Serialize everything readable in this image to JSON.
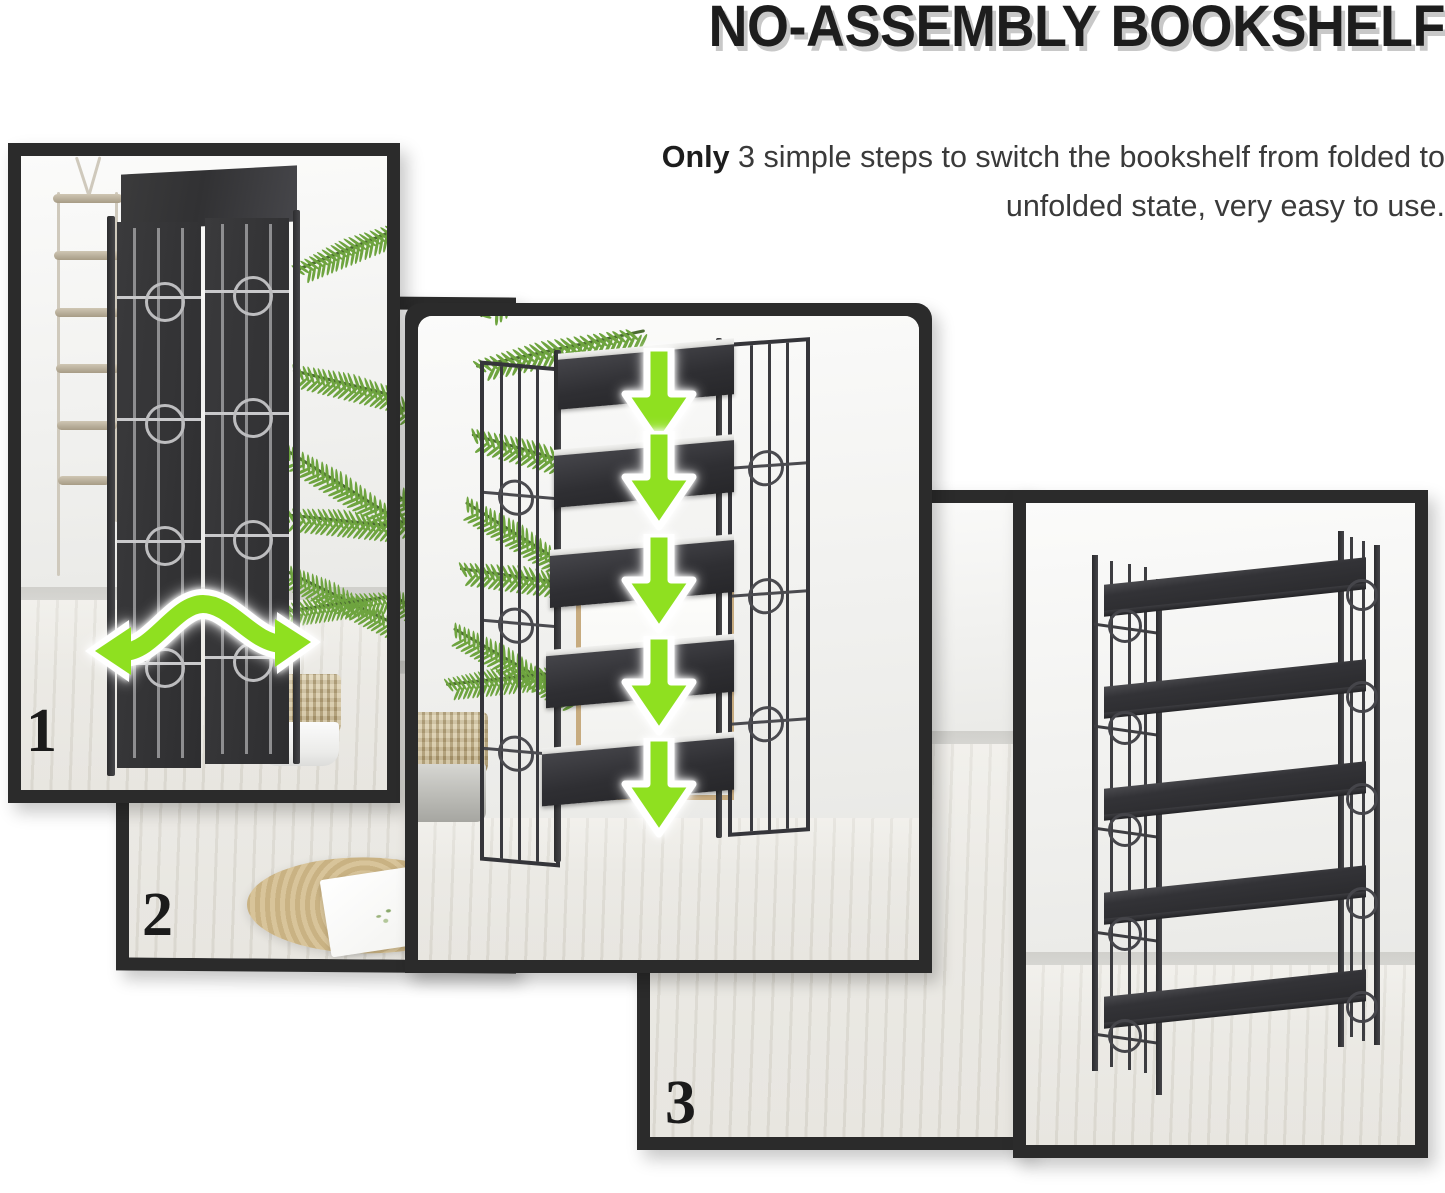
{
  "heading": {
    "title": "NO-ASSEMBLY BOOKSHELF",
    "subtitle_bold": "Only",
    "subtitle_rest": " 3 simple steps to switch the bookshelf from folded to unfolded state, very easy to use."
  },
  "steps": [
    {
      "number": "1",
      "caption": "Folded bookshelf leaning against the wall",
      "arrow": "double-curved-green-arrow-outward"
    },
    {
      "number": "2",
      "caption": "Floor scene with woven rug and plate",
      "arrow": "none"
    },
    {
      "number": "3",
      "caption": "Shelves swinging down into place",
      "arrow": "five-green-down-arrows"
    }
  ],
  "result_panel": {
    "caption": "Fully unfolded five-tier black metal bookshelf"
  },
  "product": {
    "shelf_count": 5,
    "frame_color": "#2b2b2e",
    "shelf_color": "#333337"
  },
  "colors": {
    "background": "#ffffff",
    "panel_border": "#2b2b2b",
    "title_text": "#1d1d1d",
    "title_shadow": "#c8c8c8",
    "subtitle_text": "#3a3a3a",
    "arrow_green": "#8fe020",
    "arrow_outline": "#ffffff",
    "step_number": "#1b1b1b"
  },
  "icons": {
    "down_arrow": "arrow-down-icon",
    "double_arrow": "double-arrow-icon"
  }
}
